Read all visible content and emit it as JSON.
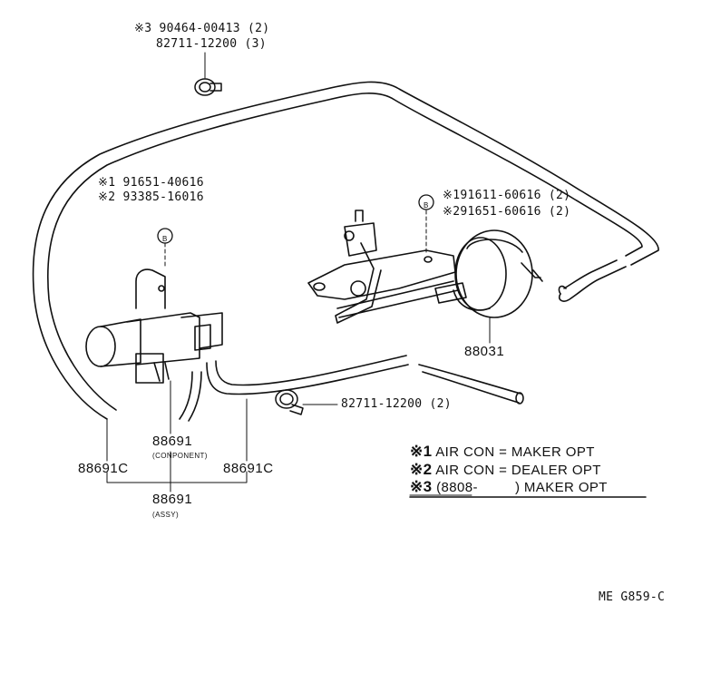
{
  "callouts": {
    "clamp_top_1": "※3 90464-00413 (2)",
    "clamp_top_2": "82711-12200 (3)",
    "vsv_left_1": "※1 91651-40616",
    "vsv_left_2": "※2 93385-16016",
    "bracket_right_1": "※191611-60616 (2)",
    "bracket_right_2": "※291651-60616 (2)",
    "marker_b": "B",
    "actuator": "88031",
    "clamp_mid": "82711-12200 (2)",
    "vsv_component_num": "88691",
    "vsv_component_label": "(CONPONENT)",
    "hose_left": "88691C",
    "hose_right": "88691C",
    "vsv_assy_num": "88691",
    "vsv_assy_label": "(ASSY)",
    "drawing_code": "ME G859-C"
  },
  "notes": [
    {
      "mark": "※1",
      "text": "AIR CON = MAKER OPT"
    },
    {
      "mark": "※2",
      "text": "AIR CON = DEALER OPT"
    },
    {
      "mark": "※3",
      "text": "(8808-         ) MAKER OPT"
    }
  ]
}
